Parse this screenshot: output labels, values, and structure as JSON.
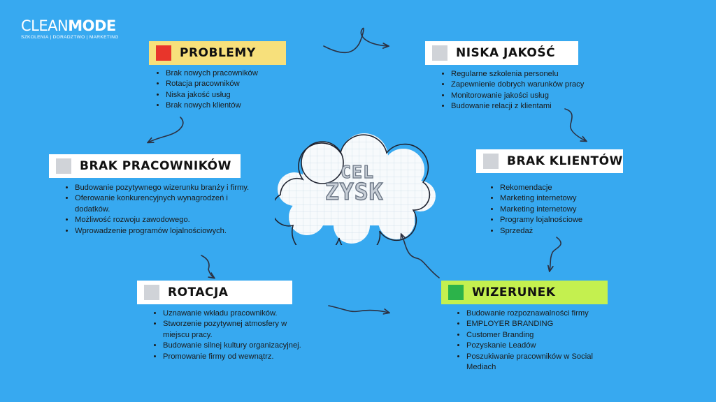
{
  "logo": {
    "clean": "CLEAN",
    "mode": "MODE",
    "tagline": "SZKOLENIA | DORADZTWO | MARKETING"
  },
  "center": {
    "line1": "CEL",
    "line2": "ZYSK"
  },
  "sections": {
    "problemy": {
      "title": "PROBLEMY",
      "items": [
        "Brak nowych pracowników",
        "Rotacja pracowników",
        "Niska jakość usług",
        "Brak nowych klientów"
      ]
    },
    "niska_jakosc": {
      "title": "NISKA JAKOŚĆ",
      "items": [
        "Regularne szkolenia personelu",
        "Zapewnienie dobrych warunków pracy",
        "Monitorowanie jakości usług",
        "Budowanie relacji z klientami"
      ]
    },
    "brak_pracownikow": {
      "title": "BRAK PRACOWNIKÓW",
      "items": [
        "Budowanie pozytywnego wizerunku branży i firmy.",
        "Oferowanie konkurencyjnych wynagrodzeń i dodatków.",
        "Możliwość rozwoju zawodowego.",
        "Wprowadzenie programów lojalnościowych."
      ]
    },
    "brak_klientow": {
      "title": "BRAK KLIENTÓW",
      "items": [
        "Rekomendacje",
        "Marketing internetowy",
        "Marketing internetowy",
        "Programy lojalnościowe",
        "Sprzedaż"
      ]
    },
    "rotacja": {
      "title": "ROTACJA",
      "items": [
        "Uznawanie wkładu pracowników.",
        "Stworzenie pozytywnej atmosfery w miejscu pracy.",
        "Budowanie silnej kultury organizacyjnej.",
        "Promowanie firmy od wewnątrz."
      ]
    },
    "wizerunek": {
      "title": "WIZERUNEK",
      "items": [
        "Budowanie rozpoznawalności firmy",
        "EMPLOYER BRANDING",
        "Customer Branding",
        "Pozyskanie Leadów",
        "Poszukiwanie pracowników w Social Mediach"
      ]
    }
  },
  "colors": {
    "background": "#37a9f0",
    "box_white": "#ffffff",
    "box_yellow": "#f7e07b",
    "box_green": "#c4f04f",
    "marker_grey": "#d0d3d8",
    "marker_red": "#e8352b",
    "marker_green": "#2cb34a",
    "arrow": "#2c3142"
  }
}
